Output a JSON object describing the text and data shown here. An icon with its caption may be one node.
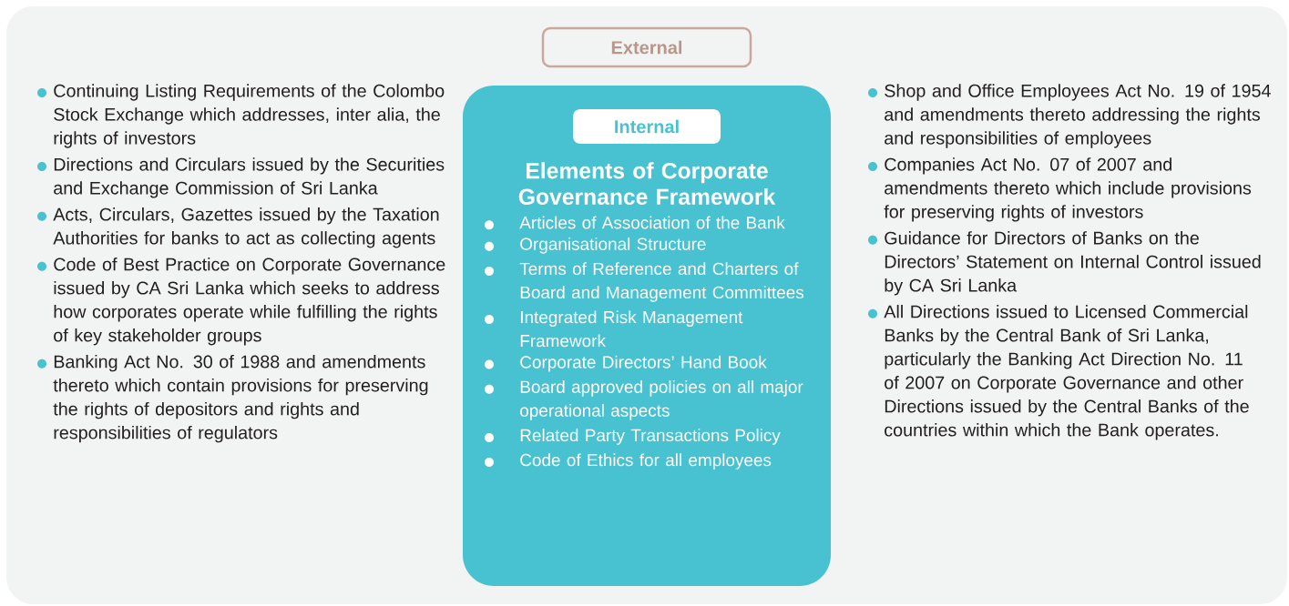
{
  "diagram": {
    "nodes": [
      {
        "text": [
          "External"
        ]
      },
      {
        "text": [
          "Elements of Corporate Governance Framework",
          "Articles of Association of the Bank",
          "Organisational Structure",
          "Terms of Reference and Charters of Board and Management Committees",
          "Integrated Risk Management Framework",
          "Corporate Directors’ Hand Book",
          "Board approved policies on all major operational aspects",
          "Related Party Transactions Policy",
          "Code of Ethics for all employees"
        ]
      },
      {
        "text": [
          "Internal"
        ],
        "in": 1
      }
    ],
    "edges": [],
    "labels": [
      "Continuing Listing Requirements of the Colombo Stock Exchange which addresses, inter alia, the rights of investors",
      "Directions and Circulars issued by the Securities and Exchange Commission of Sri Lanka",
      "Acts, Circulars, Gazettes issued by the Taxation Authorities for banks to act as collecting agents",
      "Code of Best Practice on Corporate Governance issued by CA Sri Lanka which seeks to address how corporates operate while fulfilling the rights of key stakeholder groups",
      "Banking Act No. 30 of 1988 and amendments thereto which contain provisions for preserving the rights of depositors and rights and responsibilities of regulators",
      "Shop and Office Employees Act No. 19 of 1954 and amendments thereto addressing the rights and responsibilities of employees",
      "Companies Act No. 07 of 2007 and amendments thereto which include provisions for preserving rights of investors",
      "Guidance for Directors of Banks on the Directors’ Statement on Internal Control issued by CA Sri Lanka",
      "All Directions issued to Licensed Commercial Banks by the Central Bank of Sri Lanka, particularly the Banking Act Direction No. 11 of 2007 on Corporate Governance and other Directions issued by the Central Banks of the countries within which the Bank operates."
    ]
  }
}
